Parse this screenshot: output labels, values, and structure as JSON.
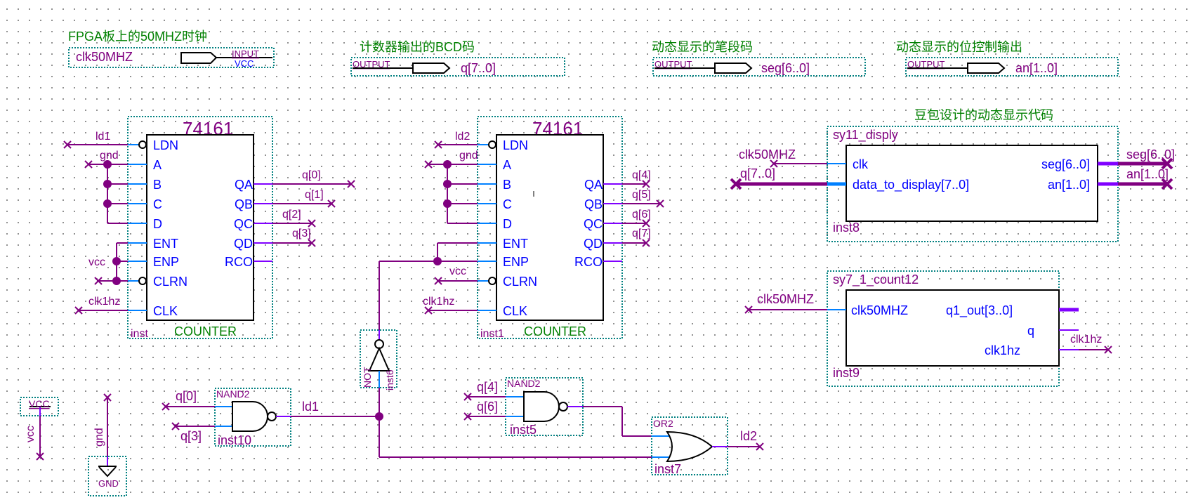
{
  "annotations": {
    "fpga_clock": "FPGA板上的50MHZ时钟",
    "bcd_output": "计数器输出的BCD码",
    "segment_output": "动态显示的笔段码",
    "digit_select_output": "动态显示的位控制输出",
    "display_module_note": "豆包设计的动态显示代码"
  },
  "io_pins": {
    "input_clk": {
      "name": "clk50MHZ",
      "type": "INPUT",
      "default": "VCC"
    },
    "output_q": {
      "name": "q[7..0]",
      "type": "OUTPUT"
    },
    "output_seg": {
      "name": "seg[6..0]",
      "type": "OUTPUT"
    },
    "output_an": {
      "name": "an[1..0]",
      "type": "OUTPUT"
    }
  },
  "counter0": {
    "title": "74161",
    "type": "COUNTER",
    "instance": "inst",
    "inputs": [
      "LDN",
      "A",
      "B",
      "C",
      "D",
      "ENT",
      "ENP",
      "CLRN",
      "CLK"
    ],
    "outputs": [
      "QA",
      "QB",
      "QC",
      "QD",
      "RCO"
    ],
    "nets": {
      "ldn": "ld1",
      "abcd": "gnd",
      "en": "vcc",
      "clk": "clk1hz",
      "q": [
        "q[0]",
        "q[1]",
        "q[2]",
        "q[3]"
      ]
    }
  },
  "counter1": {
    "title": "74161",
    "type": "COUNTER",
    "instance": "inst1",
    "inputs": [
      "LDN",
      "A",
      "B",
      "C",
      "D",
      "ENT",
      "ENP",
      "CLRN",
      "CLK"
    ],
    "outputs": [
      "QA",
      "QB",
      "QC",
      "QD",
      "RCO"
    ],
    "nets": {
      "ldn": "ld2",
      "abcd": "gnd",
      "clrn": "vcc",
      "clk": "clk1hz",
      "q": [
        "q[4]",
        "q[5]",
        "q[6]",
        "q[7]"
      ]
    }
  },
  "display_module": {
    "name": "sy11_disply",
    "instance": "inst8",
    "inputs": [
      "clk",
      "data_to_display[7..0]"
    ],
    "outputs": [
      "seg[6..0]",
      "an[1..0]"
    ],
    "nets": {
      "clk": "clk50MHZ",
      "data": "q[7..0]",
      "seg": "seg[6..0]",
      "an": "an[1..0]"
    }
  },
  "count_module": {
    "name": "sy7_1_count12",
    "instance": "inst9",
    "inputs": [
      "clk50MHZ"
    ],
    "outputs": [
      "q1_out[3..0]",
      "q",
      "clk1hz"
    ],
    "nets": {
      "clk": "clk50MHZ",
      "clk1hz": "clk1hz"
    }
  },
  "not_gate": {
    "type": "NOT",
    "instance": "inst6"
  },
  "nand_a": {
    "type": "NAND2",
    "instance": "inst10",
    "inputs": [
      "q[0]",
      "q[3]"
    ],
    "output": "ld1"
  },
  "nand_b": {
    "type": "NAND2",
    "instance": "inst5",
    "inputs": [
      "q[4]",
      "q[6]"
    ]
  },
  "or_gate": {
    "type": "OR2",
    "instance": "inst7",
    "output": "ld2"
  },
  "vcc_symbol": {
    "label": "VCC",
    "net": "vcc"
  },
  "gnd_symbol": {
    "label": "GND",
    "net": "gnd"
  }
}
